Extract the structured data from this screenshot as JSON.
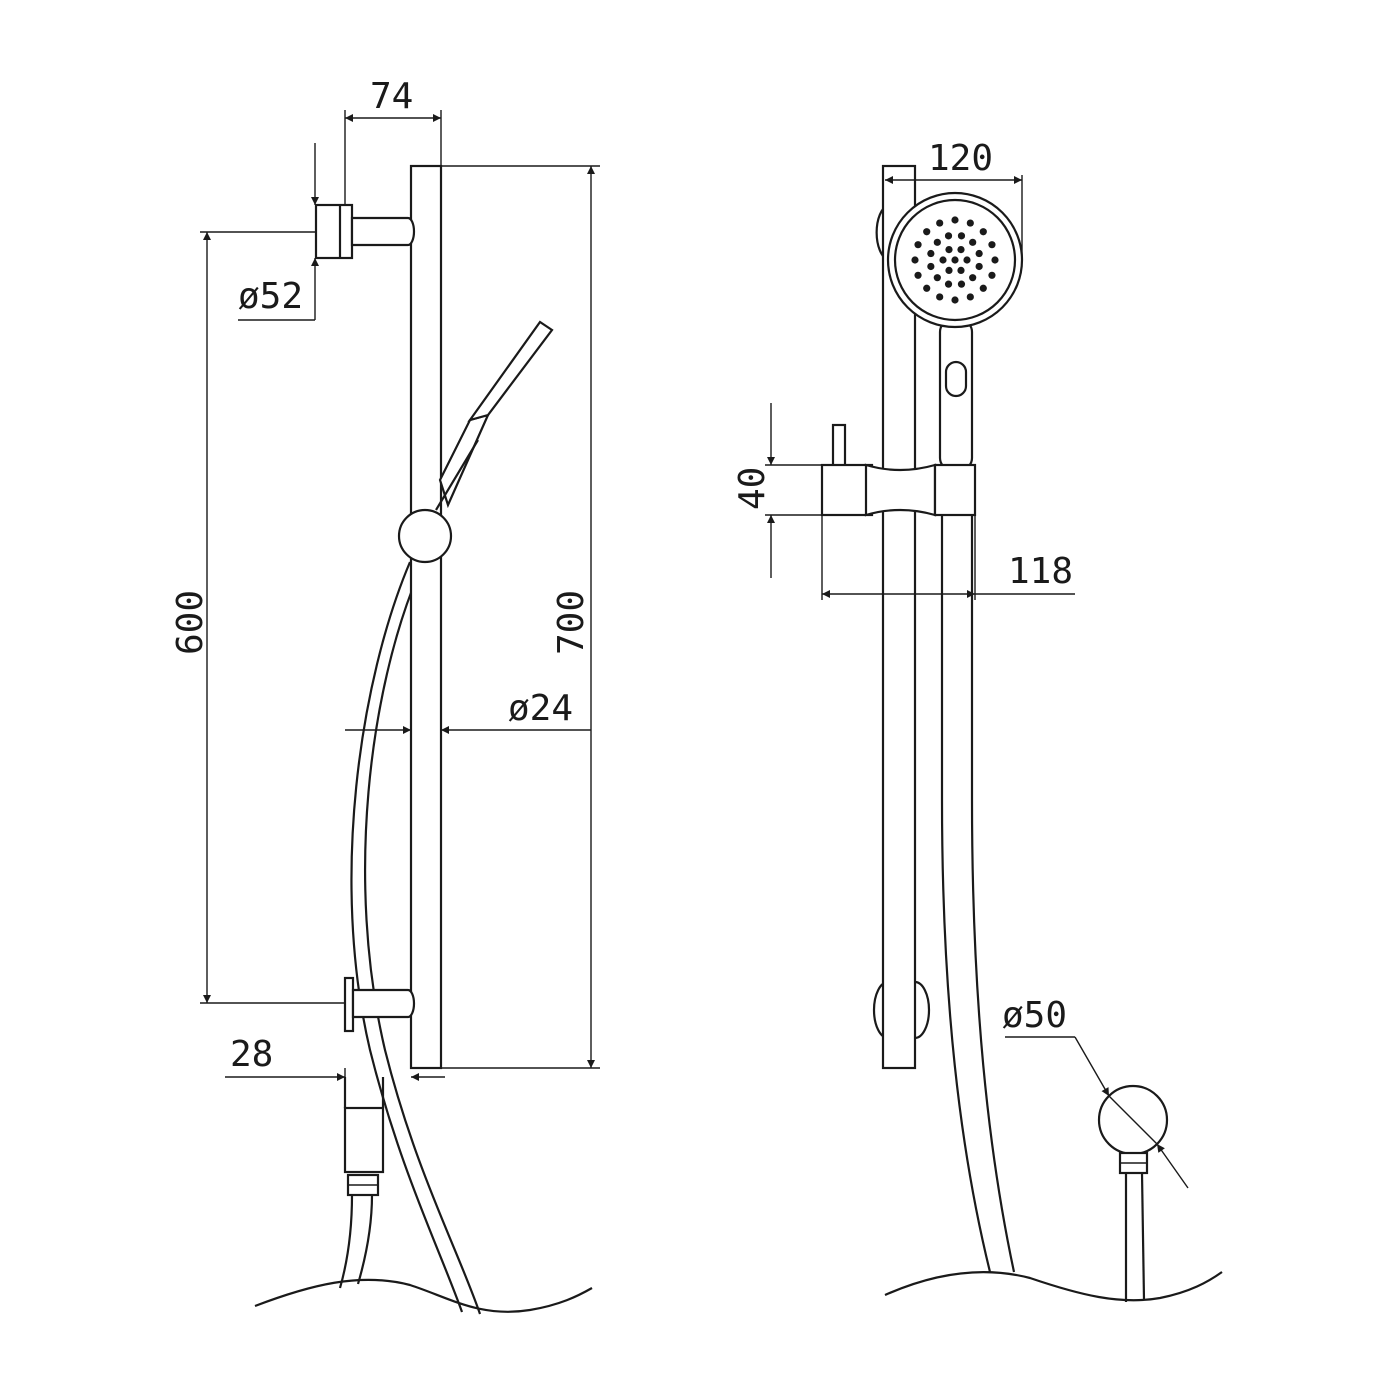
{
  "title": "Shower rail set dimension drawing",
  "colors": {
    "line": "#1a1a1a",
    "background": "#ffffff"
  },
  "side_view": {
    "dims": {
      "bracket_projection": "74",
      "wall_plate_diameter": "ø52",
      "bracket_spacing": "600",
      "rail_length": "700",
      "rail_diameter": "ø24",
      "outlet_offset": "28"
    }
  },
  "front_view": {
    "dims": {
      "head_diameter": "120",
      "slider_height": "40",
      "slider_projection": "118",
      "outlet_diameter": "ø50"
    }
  }
}
